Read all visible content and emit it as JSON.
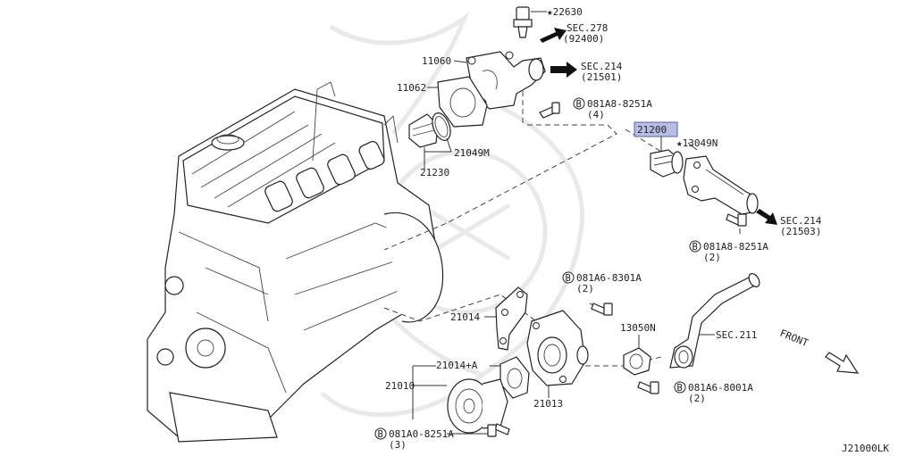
{
  "labels": {
    "p22630": "★22630",
    "sec278": "SEC.278",
    "sec278_sub": "(92400)",
    "p11060": "11060",
    "sec214a": "SEC.214",
    "sec214a_sub": "(21501)",
    "p11062": "11062",
    "bolt1": "081A8-8251A",
    "bolt1_qty": "(4)",
    "p21049m": "21049M",
    "p21230": "21230",
    "p21200": "21200",
    "p13049n": "★13049N",
    "sec214b": "SEC.214",
    "sec214b_sub": "(21503)",
    "bolt2": "081A8-8251A",
    "bolt2_qty": "(2)",
    "bolt3": "081A6-8301A",
    "bolt3_qty": "(2)",
    "p21014": "21014",
    "p13050n": "13050N",
    "sec211": "SEC.211",
    "front": "FRONT",
    "p21014a": "21014+A",
    "p21010": "21010",
    "bolt4": "081A6-8001A",
    "bolt4_qty": "(2)",
    "p21013": "21013",
    "bolt5": "081A0-8251A",
    "bolt5_qty": "(3)",
    "diagram_code": "J21000LK",
    "b_symbol": "B"
  },
  "colors": {
    "highlight": "#b8bde6",
    "highlight_border": "#5a5fa8",
    "line": "#222222",
    "watermark": "#e9e9e9"
  }
}
